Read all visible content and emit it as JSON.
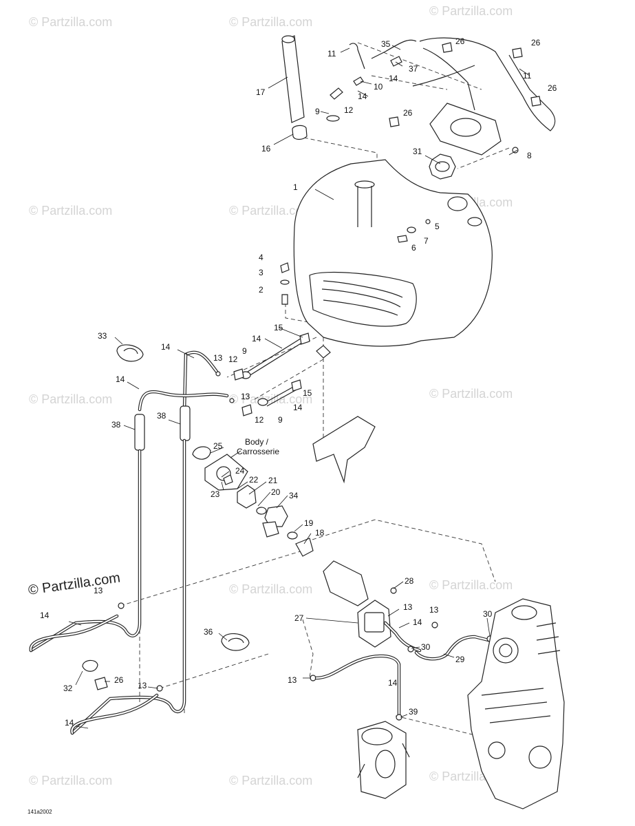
{
  "watermarks": [
    {
      "text": "© Partzilla.com"
    },
    {
      "text": "© Partzilla.com"
    },
    {
      "text": "© Partzilla.com"
    },
    {
      "text": "© Partzilla.com"
    },
    {
      "text": "© Partzilla.com"
    },
    {
      "text": "© Partzilla.com"
    },
    {
      "text": "© Partzilla.com"
    },
    {
      "text": "© Partzilla.com"
    },
    {
      "text": "© Partzilla.com"
    },
    {
      "text": "© Partzilla.com"
    },
    {
      "text": "© Partzilla.com"
    },
    {
      "text": "© Partzilla.com"
    },
    {
      "text": "© Partzilla.com"
    },
    {
      "text": "© Partzilla.com"
    },
    {
      "text": "© Partzilla.com"
    }
  ],
  "body_note": {
    "line1": "Body /",
    "line2": "Carrosserie"
  },
  "diagram_code": "141a2002",
  "callouts": {
    "c1": "1",
    "c2": "2",
    "c3": "3",
    "c4": "4",
    "c5": "5",
    "c6": "6",
    "c7": "7",
    "c8": "8",
    "c9a": "9",
    "c9b": "9",
    "c9c": "9",
    "c10": "10",
    "c11a": "11",
    "c11b": "11",
    "c12a": "12",
    "c12b": "12",
    "c12c": "12",
    "c13a": "13",
    "c13b": "13",
    "c13c": "13",
    "c13d": "13",
    "c13e": "13",
    "c13f": "13",
    "c13g": "13",
    "c14a": "14",
    "c14b": "14",
    "c14c": "14",
    "c14d": "14",
    "c14e": "14",
    "c14f": "14",
    "c14g": "14",
    "c14h": "14",
    "c14i": "14",
    "c14j": "14",
    "c14k": "14",
    "c15a": "15",
    "c15b": "15",
    "c16": "16",
    "c17": "17",
    "c18": "18",
    "c19": "19",
    "c20": "20",
    "c21": "21",
    "c22": "22",
    "c23": "23",
    "c24": "24",
    "c25": "25",
    "c26a": "26",
    "c26b": "26",
    "c26c": "26",
    "c26d": "26",
    "c26e": "26",
    "c27": "27",
    "c28": "28",
    "c29": "29",
    "c30a": "30",
    "c30b": "30",
    "c31": "31",
    "c32": "32",
    "c33": "33",
    "c34": "34",
    "c35": "35",
    "c36": "36",
    "c37": "37",
    "c38a": "38",
    "c38b": "38",
    "c39": "39"
  }
}
